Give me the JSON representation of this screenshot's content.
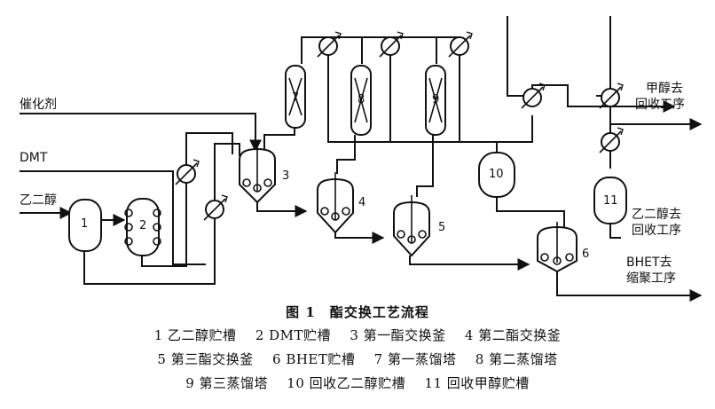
{
  "figure": {
    "title": "图 1　酯交换工艺流程",
    "inputs": {
      "catalyst": "催化剂",
      "dmt": "DMT",
      "glycol": "乙二醇"
    },
    "outputs": {
      "methanol": [
        "甲醇去",
        "回收工序"
      ],
      "glycol": [
        "乙二醇去",
        "回收工序"
      ],
      "bhet": [
        "BHET去",
        "缩聚工序"
      ]
    },
    "unit_numbers": [
      "1",
      "2",
      "3",
      "4",
      "5",
      "6",
      "7",
      "8",
      "9",
      "10",
      "11"
    ]
  },
  "legend": [
    [
      "1 乙二醇贮槽",
      "2 DMT贮槽",
      "3 第一酯交换釜",
      "4 第二酯交换釜"
    ],
    [
      "5 第三酯交换釜",
      "6 BHET贮槽",
      "7 第一蒸馏塔",
      "8 第二蒸馏塔"
    ],
    [
      "9 第三蒸馏塔",
      "10 回收乙二醇贮槽",
      "11 回收甲醇贮槽"
    ]
  ]
}
